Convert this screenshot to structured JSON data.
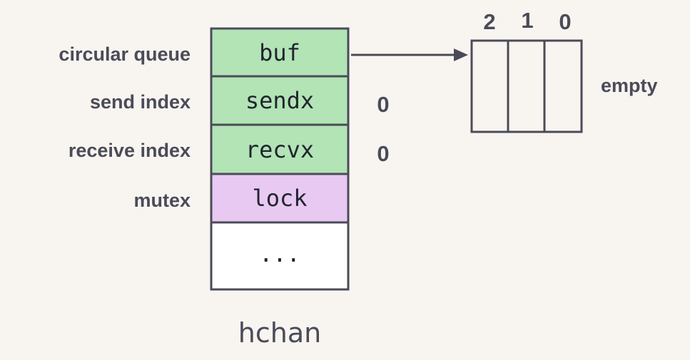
{
  "struct": {
    "name": "hchan",
    "fields": [
      {
        "label": "circular queue",
        "field": "buf",
        "color": "#b2e4b6"
      },
      {
        "label": "send index",
        "field": "sendx",
        "color": "#b2e4b6",
        "value": "0"
      },
      {
        "label": "receive index",
        "field": "recvx",
        "color": "#b2e4b6",
        "value": "0"
      },
      {
        "label": "mutex",
        "field": "lock",
        "color": "#e8c9f2"
      },
      {
        "label": "",
        "field": "...",
        "color": "#ffffff"
      }
    ]
  },
  "buffer": {
    "slot_indices": [
      "2",
      "1",
      "0"
    ],
    "state": "empty"
  },
  "colors": {
    "background": "#f8f5f1",
    "stroke": "#4b4b58",
    "text": "#22242e"
  }
}
